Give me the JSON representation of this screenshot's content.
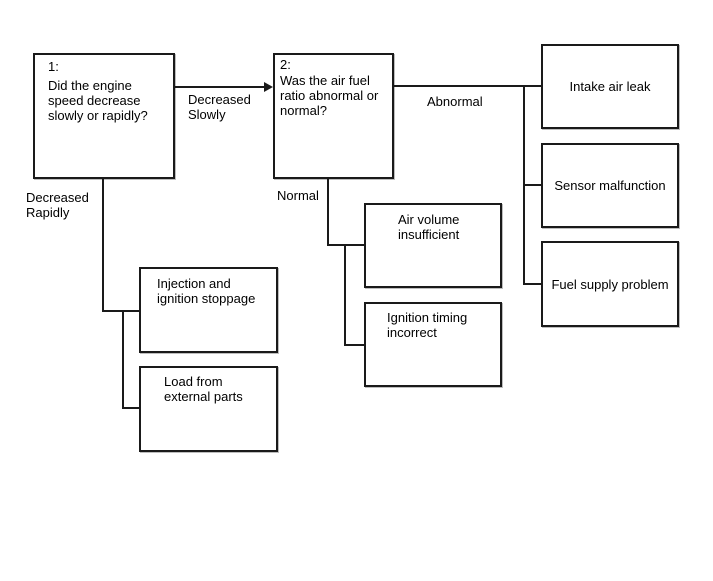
{
  "colors": {
    "line": "#1a1a1a",
    "box_border": "#1a1a1a",
    "text": "#000000",
    "background": "#ffffff",
    "box_fill": "#ffffff"
  },
  "boxes": {
    "q1": {
      "number": "1:",
      "lines": [
        "Did the engine",
        "speed decrease",
        "slowly or rapidly?"
      ]
    },
    "q2": {
      "number": "2:",
      "lines": [
        "Was the air fuel",
        "ratio abnormal or",
        "normal?"
      ]
    },
    "intake": {
      "label": "Intake air leak"
    },
    "sensor": {
      "label": "Sensor malfunction"
    },
    "fuel": {
      "label": "Fuel supply problem"
    },
    "air_volume": {
      "lines": [
        "Air volume",
        "insufficient"
      ]
    },
    "ignition_timing": {
      "lines": [
        "Ignition timing",
        "incorrect"
      ]
    },
    "injection": {
      "lines": [
        "Injection and",
        "ignition stoppage"
      ]
    },
    "load": {
      "lines": [
        "Load from",
        "external parts"
      ]
    }
  },
  "edge_labels": {
    "decreased_slowly": [
      "Decreased",
      "Slowly"
    ],
    "decreased_rapidly": [
      "Decreased",
      "Rapidly"
    ],
    "abnormal": "Abnormal",
    "normal": "Normal"
  }
}
